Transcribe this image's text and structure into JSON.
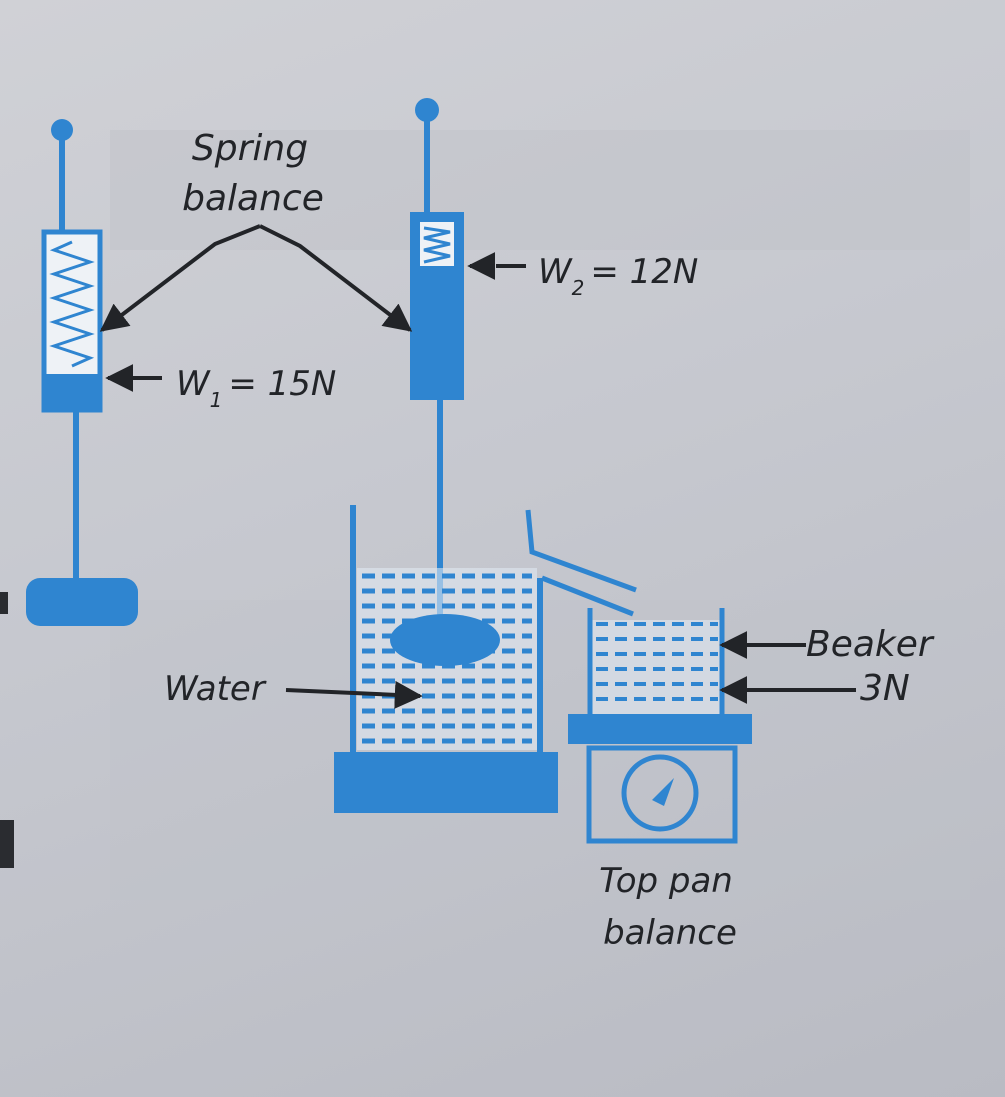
{
  "colors": {
    "instrument": "#2f85d0",
    "ink": "#222428",
    "paper": "#c9cbd2"
  },
  "labels": {
    "spring_balance": [
      "Spring",
      "balance"
    ],
    "w1": {
      "symbol": "W",
      "subscript": "1",
      "value": "= 15N"
    },
    "w2": {
      "symbol": "W",
      "subscript": "2",
      "value": "= 12N"
    },
    "water": "Water",
    "beaker": "Beaker",
    "beaker_weight": "3N",
    "top_pan_balance": [
      "Top pan",
      "balance"
    ]
  }
}
